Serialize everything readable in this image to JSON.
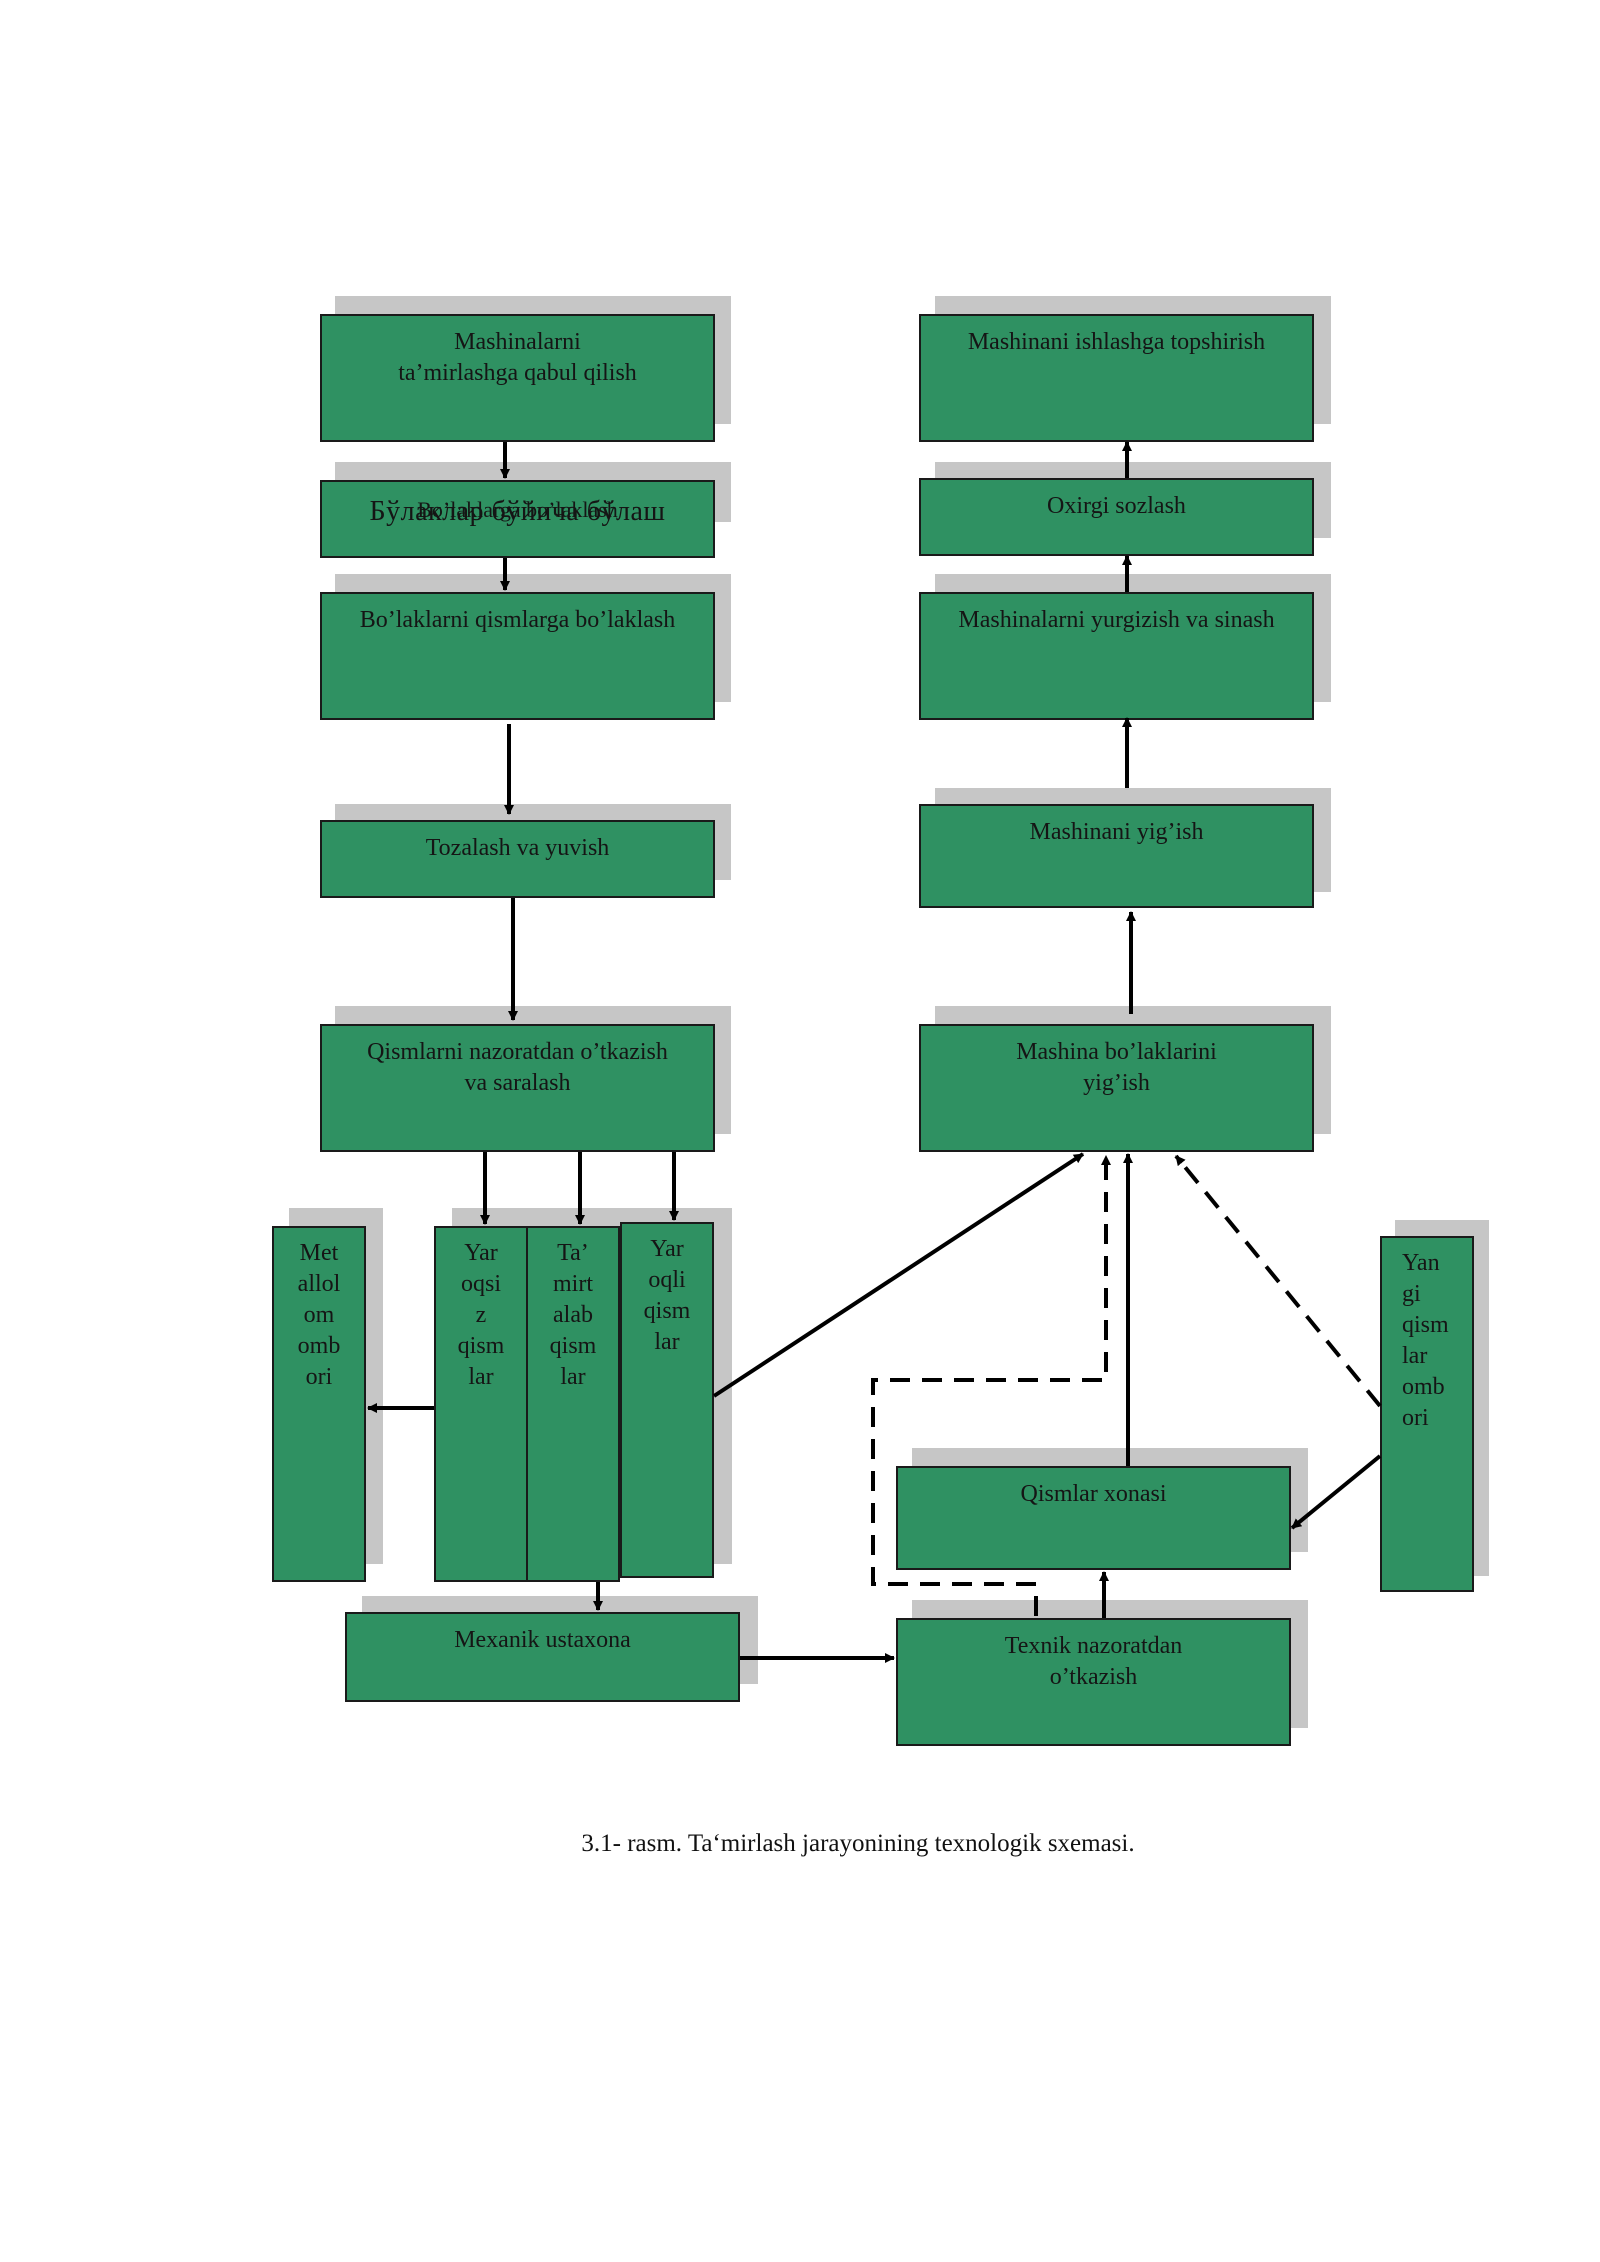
{
  "diagram": {
    "nodes": {
      "qabul": "Mashinalarni\nta’mirlashga qabul qilish",
      "bolish_cyr": "Бўлаклар бўйича бўлаш",
      "bolish_lat": "Bo’laklarga bo’laklash",
      "bolaklash": "Bo’laklarni qismlarga bo’laklash",
      "tozalash": "Tozalash va yuvish",
      "nazorat": "Qismlarni nazoratdan o’tkazish\nva  saralash",
      "metallolom": "Met\nallol\nom\nomb\nori",
      "yaroqsiz": "Yar\noqsi\nz\nqism\nlar",
      "tamirtalab": "Ta’\nmirt\nalab\nqism\nlar",
      "yaroqli": "Yar\noqli\nqism\nlar",
      "mexanik": "Mexanik ustaxona",
      "texnik": "Texnik nazoratdan\no’tkazish",
      "qismlar_xonasi": "Qismlar  xonasi",
      "yangi": "Yan\ngi\nqism\nlar\nomb\nori",
      "bolak_yigish": "Mashina bo’laklarini\nyig’ish",
      "yigish": "Mashinani yig’ish",
      "sinash": "Mashinalarni yurgizish va sinash",
      "sozlash": "Oxirgi sozlash",
      "topshirish": "Mashinani ishlashga topshirish"
    },
    "edges": [
      {
        "from": "qabul",
        "to": "bolish",
        "style": "solid"
      },
      {
        "from": "bolish",
        "to": "bolaklash",
        "style": "solid"
      },
      {
        "from": "bolaklash",
        "to": "tozalash",
        "style": "solid"
      },
      {
        "from": "tozalash",
        "to": "nazorat",
        "style": "solid"
      },
      {
        "from": "nazorat",
        "to": "yaroqsiz",
        "style": "solid"
      },
      {
        "from": "nazorat",
        "to": "tamirtalab",
        "style": "solid"
      },
      {
        "from": "nazorat",
        "to": "yaroqli",
        "style": "solid"
      },
      {
        "from": "yaroqsiz",
        "to": "metallolom",
        "style": "solid"
      },
      {
        "from": "tamirtalab",
        "to": "mexanik",
        "style": "solid"
      },
      {
        "from": "mexanik",
        "to": "texnik",
        "style": "solid"
      },
      {
        "from": "texnik",
        "to": "qismlar_xonasi",
        "style": "solid"
      },
      {
        "from": "texnik",
        "to": "bolak_yigish",
        "style": "dashed"
      },
      {
        "from": "qismlar_xonasi",
        "to": "bolak_yigish",
        "style": "solid"
      },
      {
        "from": "yaroqli",
        "to": "bolak_yigish",
        "style": "solid"
      },
      {
        "from": "yangi",
        "to": "bolak_yigish",
        "style": "dashed"
      },
      {
        "from": "yangi",
        "to": "qismlar_xonasi",
        "style": "solid"
      },
      {
        "from": "bolak_yigish",
        "to": "yigish",
        "style": "solid"
      },
      {
        "from": "yigish",
        "to": "sinash",
        "style": "solid"
      },
      {
        "from": "sinash",
        "to": "sozlash",
        "style": "solid"
      },
      {
        "from": "sozlash",
        "to": "topshirish",
        "style": "solid"
      }
    ],
    "colors": {
      "box_fill": "#2f9162",
      "box_border": "#1a1a1a",
      "shadow": "#c6c6c6",
      "arrow": "#000000"
    }
  },
  "caption": "3.1- rasm. Ta‘mirlash jarayonining texnologik sxemasi."
}
